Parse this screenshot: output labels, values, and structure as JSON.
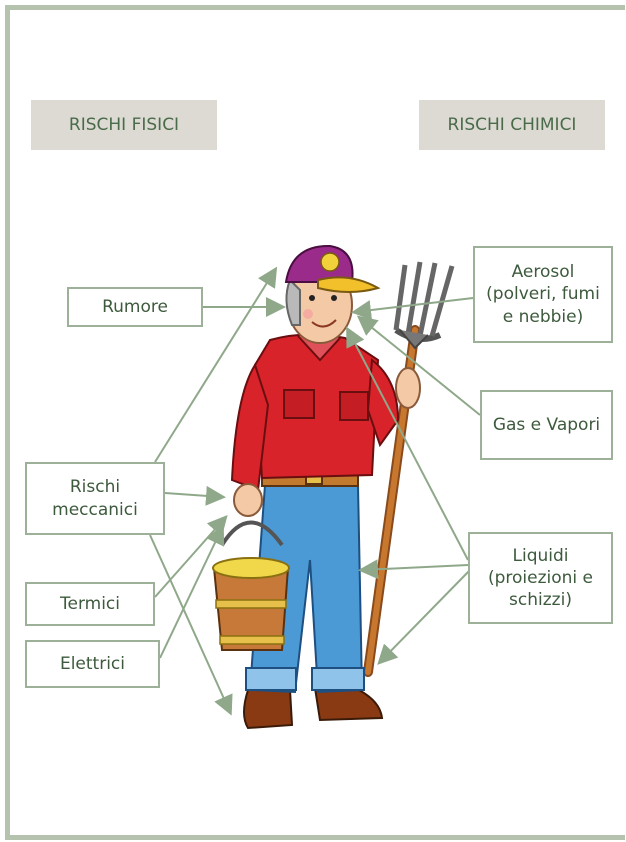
{
  "headers": {
    "physical": "RISCHI FISICI",
    "chemical": "RISCHI CHIMICI"
  },
  "labels": {
    "noise": "Rumore",
    "mechanical": "Rischi\nmeccanici",
    "thermal": "Termici",
    "electrical": "Elettrici",
    "aerosol": "Aerosol\n(polveri, fumi\ne nebbie)",
    "gas": "Gas e Vapori",
    "liquids": "Liquidi\n(proiezioni e\nschizzi)"
  },
  "illustration": "farmer-with-pitchfork-and-bucket",
  "colors": {
    "frame": "#b5c2ad",
    "header_bg": "#dcdad3",
    "text": "#3d5a3d",
    "arrow": "#8fa88a",
    "shirt": "#d8232a",
    "jeans": "#4b9ad6",
    "cap": "#9b2b8a"
  }
}
